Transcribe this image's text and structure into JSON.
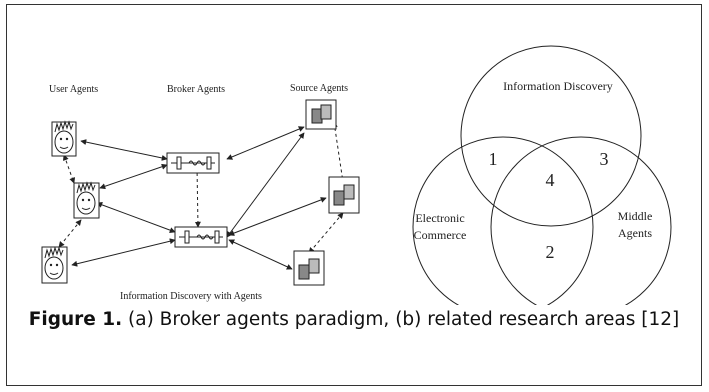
{
  "left_diagram": {
    "column_labels": {
      "user": "User Agents",
      "broker": "Broker Agents",
      "source": "Source Agents"
    },
    "footer": "Information Discovery with Agents"
  },
  "venn": {
    "labels": {
      "top": "Information Discovery",
      "left_line1": "Electronic",
      "left_line2": "Commerce",
      "right_line1": "Middle",
      "right_line2": "Agents"
    },
    "regions": [
      "1",
      "2",
      "3",
      "4"
    ]
  },
  "caption": {
    "label": "Figure 1.",
    "text": " (a) Broker agents paradigm, (b) related research areas [12]"
  }
}
